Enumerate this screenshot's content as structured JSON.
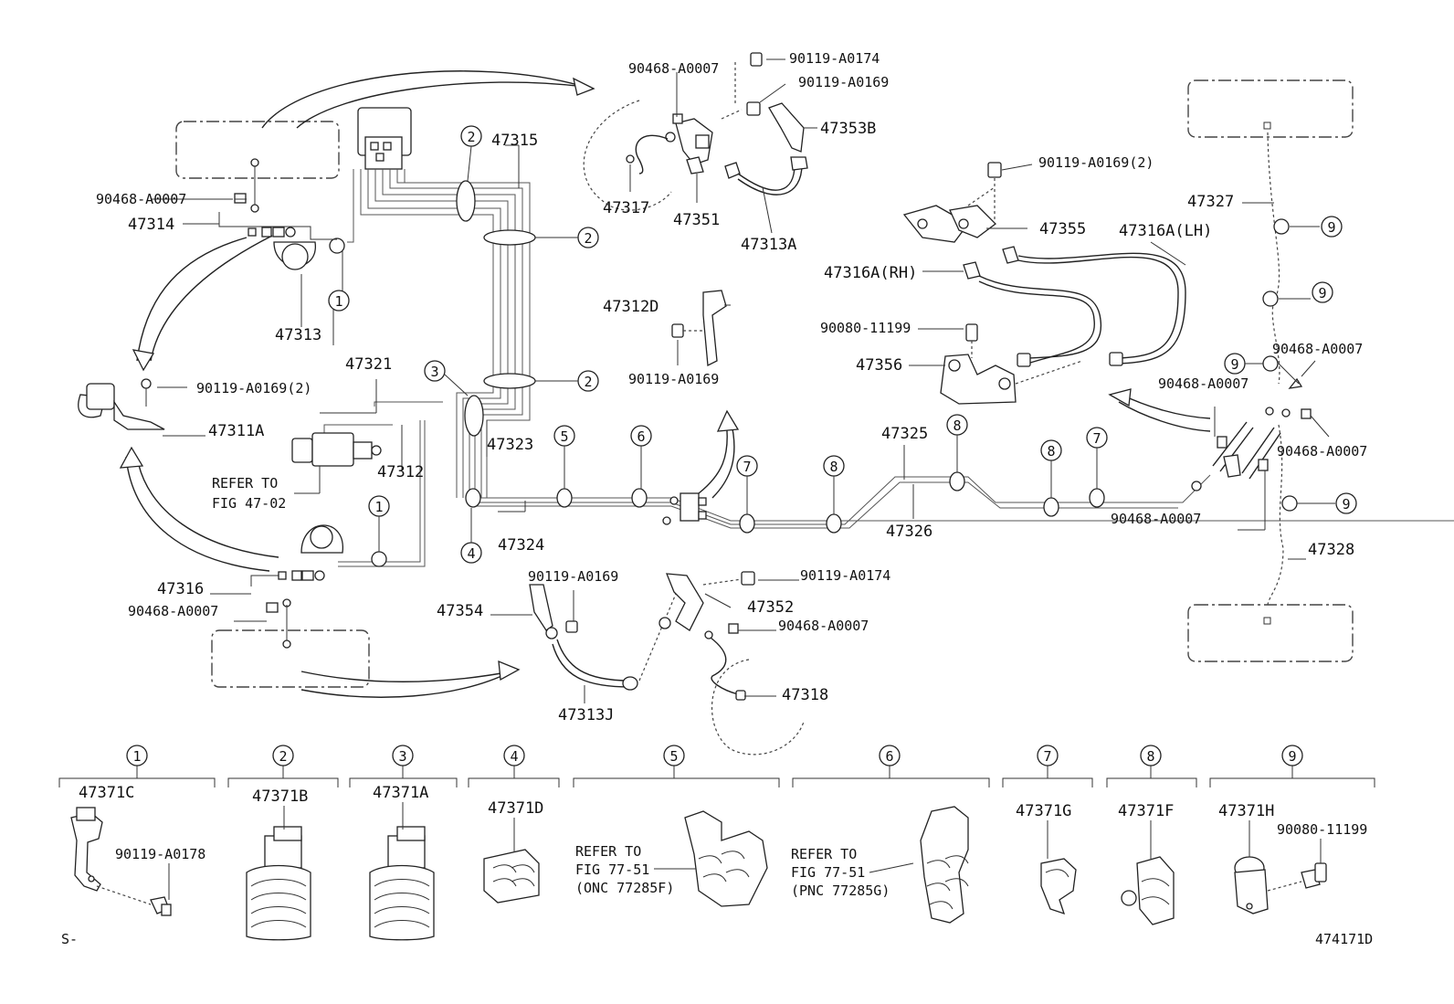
{
  "labels": {
    "p47315": "47315",
    "p47314": "47314",
    "p47313": "47313",
    "p47321": "47321",
    "p47311A": "47311A",
    "p47312": "47312",
    "p47323": "47323",
    "p47324": "47324",
    "p47316": "47316",
    "p47354": "47354",
    "p47313J": "47313J",
    "p47317": "47317",
    "p47351": "47351",
    "p47313A": "47313A",
    "p47353B": "47353B",
    "p47312D": "47312D",
    "p47352": "47352",
    "p47318": "47318",
    "p47355": "47355",
    "p47316ALH": "47316A(LH)",
    "p47316ARH": "47316A(RH)",
    "p47356": "47356",
    "p47325": "47325",
    "p47326": "47326",
    "p47327": "47327",
    "p47328": "47328",
    "b90468_a": "90468-A0007",
    "b90468_b": "90468-A0007",
    "b90468_c": "90468-A0007",
    "b90468_d": "90468-A0007",
    "b90468_e": "90468-A0007",
    "b90468_f": "90468-A0007",
    "b90468_g": "90468-A0007",
    "b90119_174a": "90119-A0174",
    "b90119_169a": "90119-A0169",
    "b90119_169_2a": "90119-A0169(2)",
    "b90119_169_2b": "90119-A0169(2)",
    "b90119_169b": "90119-A0169",
    "b90119_169c": "90119-A0169",
    "b90119_174b": "90119-A0174",
    "b90080a": "90080-11199",
    "refer1a": "REFER TO",
    "refer1b": "FIG 47-02",
    "refer5a": "REFER TO",
    "refer5b": "FIG 77-51",
    "refer5c": "(ONC 77285F)",
    "refer6a": "REFER TO",
    "refer6b": "FIG 77-51",
    "refer6c": "(PNC 77285G)",
    "c47371C": "47371C",
    "c47371B": "47371B",
    "c47371A": "47371A",
    "c47371D": "47371D",
    "c47371G": "47371G",
    "c47371F": "47371F",
    "c47371H": "47371H",
    "c90119_178": "90119-A0178",
    "c90080": "90080-11199",
    "footer_left": "S-",
    "footer_right": "474171D"
  },
  "circle_numbers": {
    "n1": "1",
    "n2": "2",
    "n3": "3",
    "n4": "4",
    "n5": "5",
    "n6": "6",
    "n7": "7",
    "n8": "8",
    "n9": "9"
  }
}
